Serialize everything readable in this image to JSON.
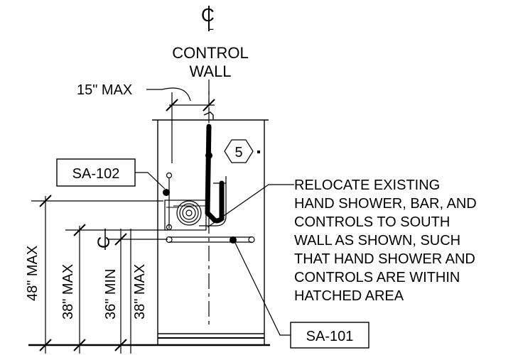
{
  "centerline": {
    "symbol_c": "C",
    "symbol_l": "L",
    "label_line1": "CONTROL",
    "label_line2": "WALL"
  },
  "dimensions": {
    "max_15": "15\" MAX",
    "max_48": "48\" MAX",
    "max_38_a": "38\" MAX",
    "min_36": "36\" MIN",
    "max_38_b": "38\" MAX"
  },
  "tags": {
    "sa_102": "SA-102",
    "sa_101": "SA-101",
    "keynote": "5"
  },
  "note": {
    "lines": [
      "RELOCATE EXISTING",
      "HAND SHOWER, BAR, AND",
      "CONTROLS TO SOUTH",
      "WALL AS SHOWN, SUCH",
      "THAT HAND SHOWER AND",
      "CONTROLS ARE WITHIN",
      "HATCHED AREA"
    ]
  }
}
